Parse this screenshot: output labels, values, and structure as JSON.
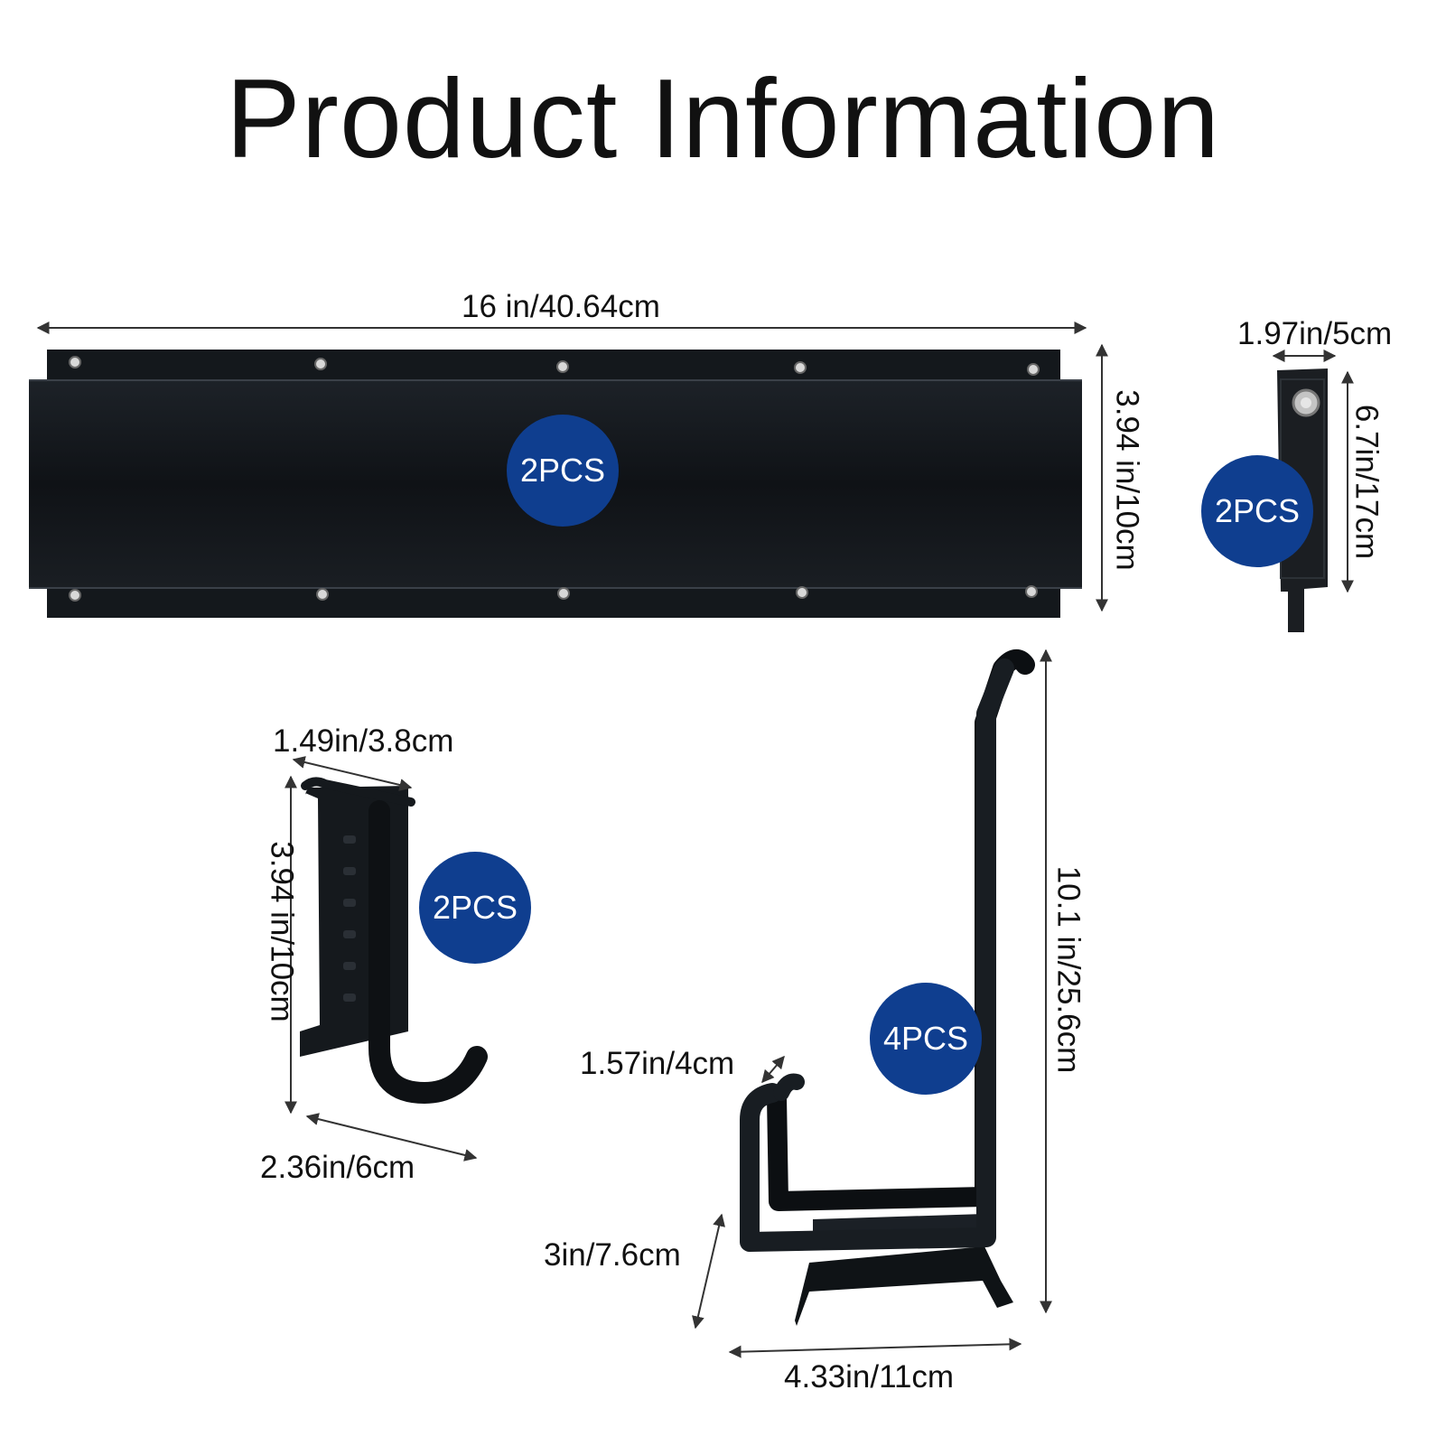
{
  "title": "Product Information",
  "items": [
    {
      "name": "wall-rail",
      "qty": "2PCS",
      "width": "16 in/40.64cm",
      "height": "3.94 in/10cm"
    },
    {
      "name": "strap",
      "qty": "2PCS",
      "width": "1.97in/5cm",
      "height": "6.7in/17cm"
    },
    {
      "name": "single-hook",
      "qty": "2PCS",
      "top_width": "1.49in/3.8cm",
      "height": "3.94 in/10cm",
      "depth": "2.36in/6cm"
    },
    {
      "name": "double-hook",
      "qty": "4PCS",
      "tip": "1.57in/4cm",
      "arm": "3in/7.6cm",
      "height": "10.1 in/25.6cm",
      "width": "4.33in/11cm"
    }
  ],
  "colors": {
    "badge": "#0f3e8f",
    "metal": "#101418",
    "text": "#111111"
  }
}
